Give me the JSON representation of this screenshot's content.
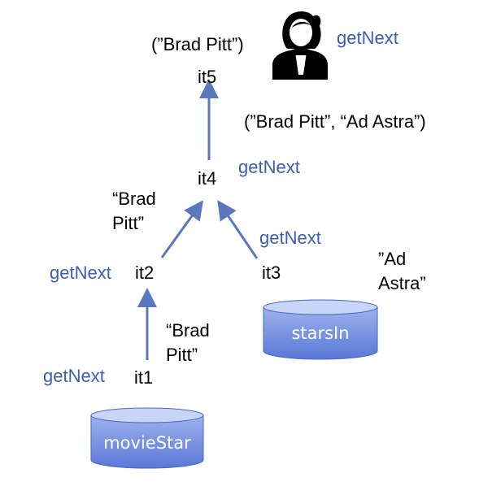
{
  "nodes": {
    "it5": "it5",
    "it4": "it4",
    "it3": "it3",
    "it2": "it2",
    "it1": "it1"
  },
  "tuples": {
    "top": "(”Brad Pitt”)",
    "it4_out": "(”Brad Pitt”, “Ad Astra”)",
    "it2_out": [
      "“Brad",
      "Pitt”"
    ],
    "it1_out": [
      "“Brad",
      "Pitt”"
    ],
    "it3_out": [
      "”Ad",
      "Astra”"
    ]
  },
  "calls": {
    "user": "getNext",
    "it4": "getNext",
    "it3": "getNext",
    "it2": "getNext",
    "it1": "getNext"
  },
  "tables": {
    "starsIn": "starsIn",
    "movieStar": "movieStar"
  },
  "icons": {
    "user": "user-icon"
  },
  "colors": {
    "accent": "#3a5fb5",
    "arrow": "#5b78bf",
    "cylinder_top": "#c5d3f5",
    "cylinder_body": "#6f8de0"
  }
}
